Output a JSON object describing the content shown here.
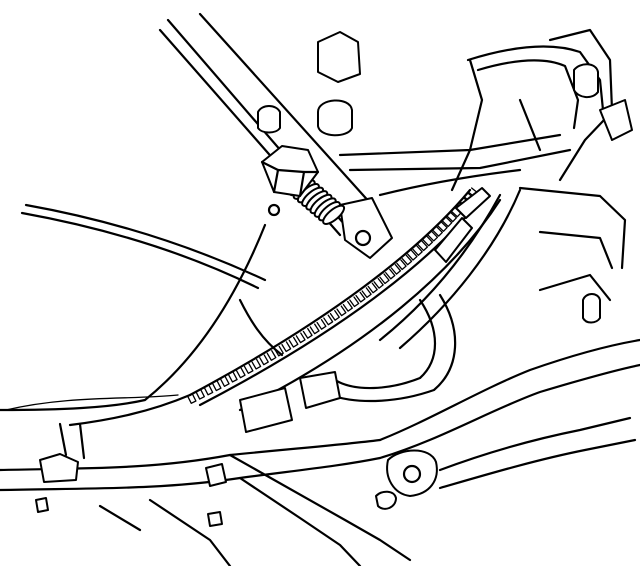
{
  "figure": {
    "caption_code": "",
    "colors": {
      "ink": "#000000",
      "paper": "#ffffff"
    },
    "components": [
      "flywheel",
      "ring-gear",
      "flywheel-holding-tool",
      "tool-bolt",
      "transmission-bellhousing",
      "engine-block"
    ]
  }
}
